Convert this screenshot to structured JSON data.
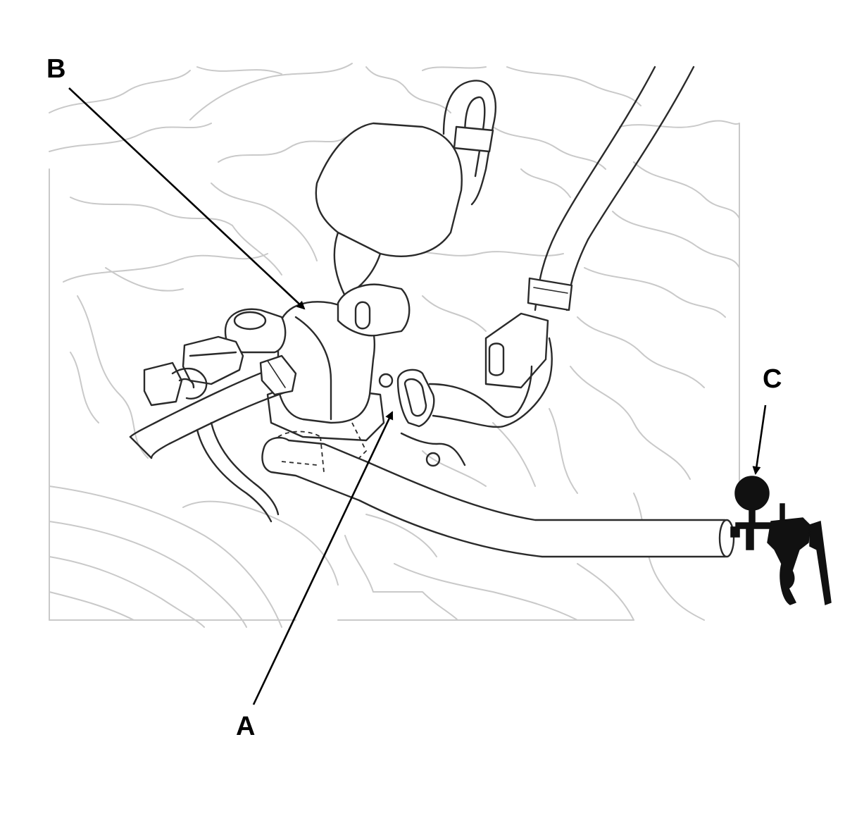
{
  "callouts": {
    "a": {
      "label": "A"
    },
    "b": {
      "label": "B"
    },
    "c": {
      "label": "C"
    }
  },
  "colors": {
    "line_art": "#2a2a2a",
    "background_linework": "#c9c9c9",
    "callout_text": "#000000",
    "tool_fill": "#111111"
  }
}
